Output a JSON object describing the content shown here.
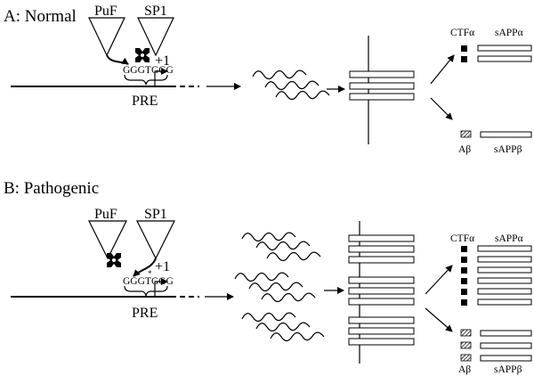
{
  "panel_a": {
    "title": "A: Normal",
    "factor_left": "PuF",
    "factor_right": "SP1",
    "sequence": "GGGTGGG",
    "start_site": "+1",
    "element": "PRE",
    "product_alpha_fragment": "CTFα",
    "product_alpha_soluble": "sAPPα",
    "product_beta_fragment": "Aβ",
    "product_beta_soluble": "sAPPβ"
  },
  "panel_b": {
    "title": "B: Pathogenic",
    "factor_left": "PuF",
    "factor_right": "SP1",
    "sequence": "GGGTGGG",
    "start_site": "+1",
    "element": "PRE",
    "product_alpha_fragment": "CTFα",
    "product_alpha_soluble": "sAPPα",
    "product_beta_fragment": "Aβ",
    "product_beta_soluble": "sAPPβ"
  }
}
